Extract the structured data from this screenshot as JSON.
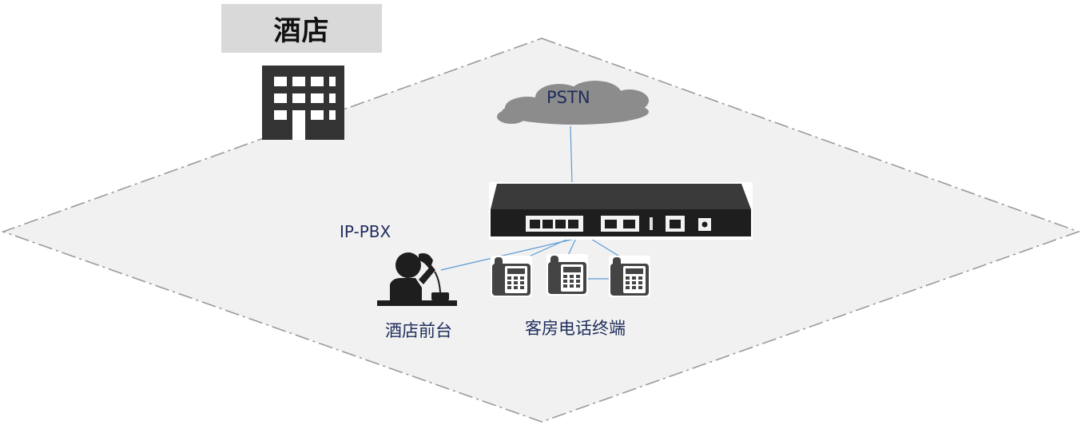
{
  "hotel": {
    "title": "酒店",
    "icon": "building-icon"
  },
  "network": {
    "cloud_label": "PSTN",
    "device_label": "IP-PBX",
    "reception_label": "酒店前台",
    "rooms_label": "客房电话终端"
  },
  "colors": {
    "floor": "#f1f1f1",
    "border": "#9a9a9a",
    "line": "#5b9bd5",
    "text": "#1f2d5c",
    "device": "#1e1e1e"
  }
}
